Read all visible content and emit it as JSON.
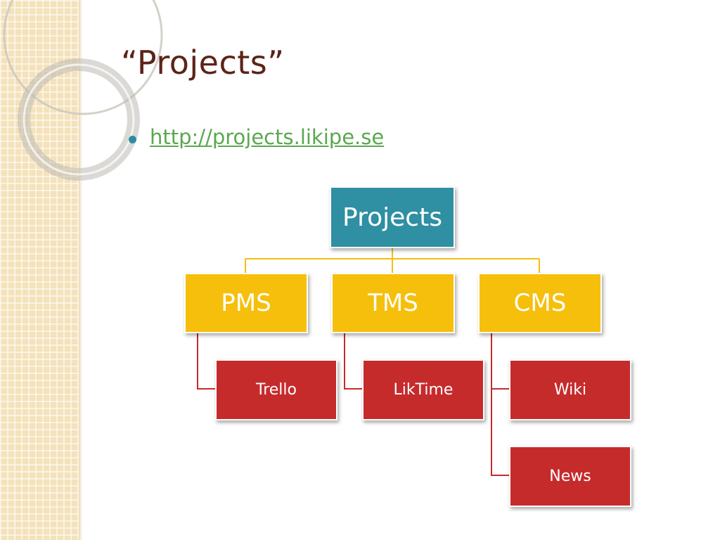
{
  "slide": {
    "title": "“Projects”",
    "bullets": [
      {
        "text": "http://projects.likipe.se",
        "is_link": true
      }
    ]
  },
  "diagram": {
    "root": {
      "label": "Projects",
      "color": "#2f8fa3"
    },
    "branches": [
      {
        "label": "PMS",
        "children": [
          {
            "label": "Trello"
          }
        ]
      },
      {
        "label": "TMS",
        "children": [
          {
            "label": "LikTime"
          }
        ]
      },
      {
        "label": "CMS",
        "children": [
          {
            "label": "Wiki"
          },
          {
            "label": "News"
          }
        ]
      }
    ],
    "colors": {
      "branch": "#f6bf0b",
      "leaf": "#c62b2c",
      "connector_top": "#f6bf0b",
      "connector_leaf": "#c62b2c"
    }
  },
  "theme": {
    "title_color": "#5b2417",
    "link_color": "#5aa84f",
    "bullet_color": "#2f8ca0",
    "sidebar_color": "#f4e2bb"
  }
}
